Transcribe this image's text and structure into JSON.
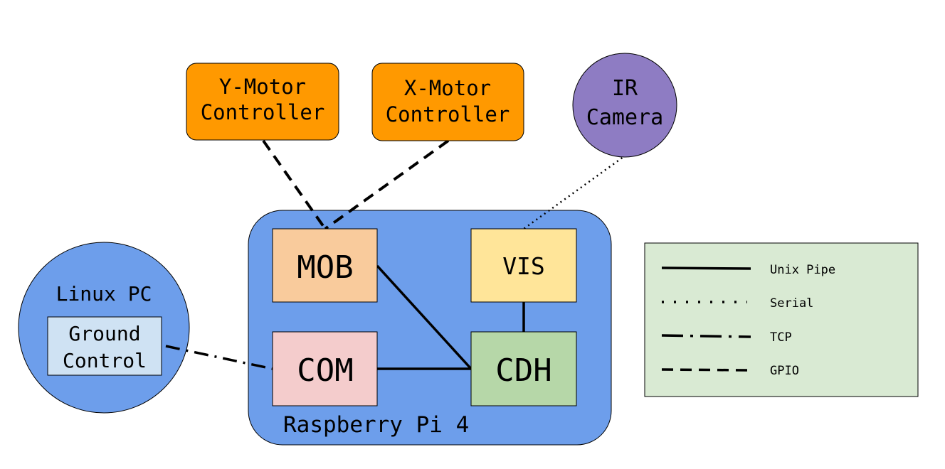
{
  "diagram": {
    "nodes": {
      "y_motor": {
        "line1": "Y-Motor",
        "line2": "Controller",
        "color": "#ff9900"
      },
      "x_motor": {
        "line1": "X-Motor",
        "line2": "Controller",
        "color": "#ff9900"
      },
      "ir_camera": {
        "line1": "IR",
        "line2": "Camera",
        "color": "#8e7cc3"
      },
      "raspberry_pi": {
        "label": "Raspberry Pi 4",
        "color": "#6d9eeb"
      },
      "mob": {
        "label": "MOB",
        "color": "#f9cb9c"
      },
      "vis": {
        "label": "VIS",
        "color": "#ffe599"
      },
      "com": {
        "label": "COM",
        "color": "#f4cccc"
      },
      "cdh": {
        "label": "CDH",
        "color": "#b6d7a8"
      },
      "linux_pc": {
        "label": "Linux PC",
        "color": "#6d9eeb"
      },
      "ground_control": {
        "line1": "Ground",
        "line2": "Control",
        "color": "#cfe2f3"
      }
    },
    "edges": [
      {
        "from": "MOB",
        "to": "CDH",
        "type": "Unix Pipe"
      },
      {
        "from": "COM",
        "to": "CDH",
        "type": "Unix Pipe"
      },
      {
        "from": "VIS",
        "to": "CDH",
        "type": "Unix Pipe"
      },
      {
        "from": "IR Camera",
        "to": "VIS",
        "type": "Serial"
      },
      {
        "from": "Ground Control",
        "to": "COM",
        "type": "TCP"
      },
      {
        "from": "Y-Motor Controller",
        "to": "MOB",
        "type": "GPIO"
      },
      {
        "from": "X-Motor Controller",
        "to": "MOB",
        "type": "GPIO"
      }
    ]
  },
  "legend": {
    "color": "#d9ead3",
    "items": [
      {
        "label": "Unix Pipe",
        "style": "solid"
      },
      {
        "label": "Serial",
        "style": "dotted"
      },
      {
        "label": "TCP",
        "style": "dash-dot"
      },
      {
        "label": "GPIO",
        "style": "dashed"
      }
    ]
  }
}
